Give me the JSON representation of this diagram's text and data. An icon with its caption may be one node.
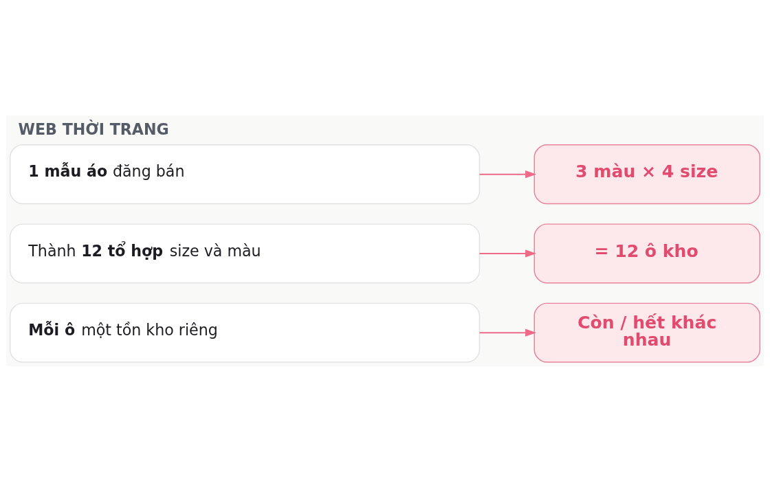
{
  "diagram": {
    "title": "WEB THỜI TRANG",
    "nodes": [
      {
        "text": [
          "**1 mẫu áo** đăng bán"
        ]
      },
      {
        "text": [
          "3 màu × 4 size"
        ]
      },
      {
        "text": [
          "Thành **12 tổ hợp** size và màu"
        ]
      },
      {
        "text": [
          "= 12 ô kho"
        ]
      },
      {
        "text": [
          "**Mỗi ô** một tồn kho riêng"
        ]
      },
      {
        "text": [
          "Còn / hết khác nhau"
        ]
      }
    ],
    "edges": [
      {
        "from": 0,
        "to": 1,
        "arrow": "to"
      },
      {
        "from": 2,
        "to": 3,
        "arrow": "to"
      },
      {
        "from": 4,
        "to": 5,
        "arrow": "to"
      }
    ]
  }
}
